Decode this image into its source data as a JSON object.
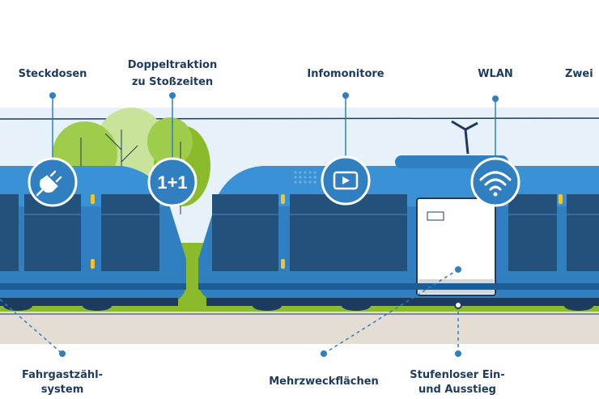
{
  "labels": {
    "steckdosen": "Steckdosen",
    "doppeltraktion_1": "Doppeltraktion",
    "doppeltraktion_2": "zu Stoßzeiten",
    "infomonitore": "Infomonitore",
    "wlan": "WLAN",
    "zwei": "Zwei",
    "fahrgast_1": "Fahrgastzähl-",
    "fahrgast_2": "system",
    "mehrzweck": "Mehrzweckflächen",
    "stufen_1": "Stufenloser Ein-",
    "stufen_2": "und Ausstieg"
  },
  "icons": {
    "plug": "plug-icon",
    "double_traction": "1+1",
    "monitor": "monitor-play-icon",
    "wifi": "wifi-icon"
  },
  "colors": {
    "train_blue": "#2f7fc1",
    "train_dark": "#1d3b5e",
    "window": "#24517c",
    "sky": "#e6f1f9",
    "green": "#8bbb2a",
    "ground": "#e3ddd3",
    "label_text": "#1d3b5e",
    "door_yellow": "#f2c230"
  }
}
